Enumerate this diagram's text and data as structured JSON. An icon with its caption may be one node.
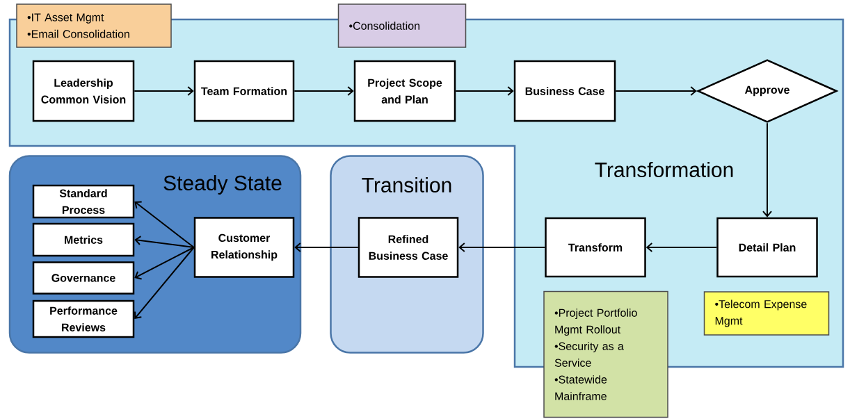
{
  "diagram": {
    "nodes": [
      {
        "text": [
          "Transformation"
        ]
      },
      {
        "text": [
          "•IT Asset Mgmt",
          "•Email Consolidation"
        ]
      },
      {
        "text": [
          "•Consolidation"
        ]
      },
      {
        "text": [
          "Leadership Common Vision"
        ],
        "in": 0
      },
      {
        "text": [
          "Team Formation"
        ],
        "in": 0
      },
      {
        "text": [
          "Project Scope and Plan"
        ],
        "in": 0
      },
      {
        "text": [
          "Business Case"
        ],
        "in": 0
      },
      {
        "text": [
          "Approve"
        ],
        "in": 0
      },
      {
        "text": [
          "Detail Plan"
        ],
        "in": 0
      },
      {
        "text": [
          "Transform"
        ],
        "in": 0
      },
      {
        "text": [
          "•Project Portfolio Mgmt Rollout",
          "•Security as a Service",
          "•Statewide Mainframe"
        ]
      },
      {
        "text": [
          "•Telecom Expense Mgmt"
        ],
        "in": 0
      },
      {
        "text": [
          "Steady State"
        ]
      },
      {
        "text": [
          "Standard Process"
        ],
        "in": 12
      },
      {
        "text": [
          "Metrics"
        ],
        "in": 12
      },
      {
        "text": [
          "Governance"
        ],
        "in": 12
      },
      {
        "text": [
          "Performance Reviews"
        ],
        "in": 12
      },
      {
        "text": [
          "Customer Relationship"
        ],
        "in": 12
      },
      {
        "text": [
          "Transition"
        ]
      },
      {
        "text": [
          "Refined Business Case"
        ],
        "in": 18
      }
    ],
    "edges": [
      {
        "from": 3,
        "to": 4,
        "arrow": "to"
      },
      {
        "from": 4,
        "to": 5,
        "arrow": "to"
      },
      {
        "from": 5,
        "to": 6,
        "arrow": "to"
      },
      {
        "from": 6,
        "to": 7,
        "arrow": "to"
      },
      {
        "from": 7,
        "to": 8,
        "arrow": "to"
      },
      {
        "from": 8,
        "to": 9,
        "arrow": "to"
      },
      {
        "from": 9,
        "to": 19,
        "arrow": "to"
      },
      {
        "from": 19,
        "to": 17,
        "arrow": "to"
      },
      {
        "from": 17,
        "to": 13,
        "arrow": "to"
      },
      {
        "from": 17,
        "to": 14,
        "arrow": "to"
      },
      {
        "from": 17,
        "to": 15,
        "arrow": "to"
      },
      {
        "from": 17,
        "to": 16,
        "arrow": "to"
      }
    ]
  }
}
